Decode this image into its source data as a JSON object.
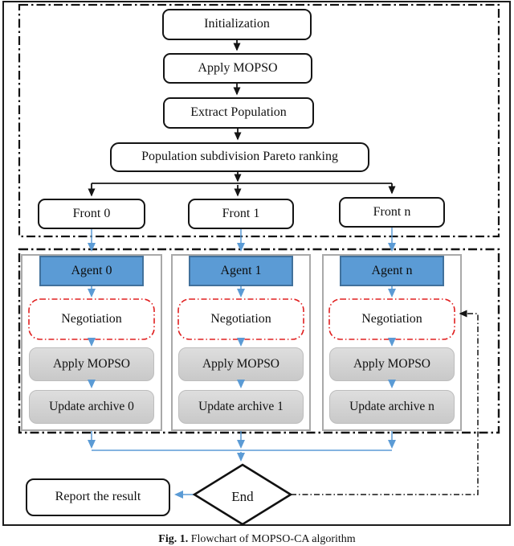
{
  "pipeline": {
    "initialization": "Initialization",
    "apply_mopso": "Apply MOPSO",
    "extract_population": "Extract Population",
    "pareto_ranking": "Population subdivision Pareto ranking",
    "fronts": [
      "Front 0",
      "Front 1",
      "Front n"
    ]
  },
  "agents": [
    {
      "title": "Agent 0",
      "negotiation": "Negotiation",
      "apply_mopso": "Apply MOPSO",
      "update_archive": "Update archive 0"
    },
    {
      "title": "Agent 1",
      "negotiation": "Negotiation",
      "apply_mopso": "Apply MOPSO",
      "update_archive": "Update archive 1"
    },
    {
      "title": "Agent n",
      "negotiation": "Negotiation",
      "apply_mopso": "Apply MOPSO",
      "update_archive": "Update archive n"
    }
  ],
  "terminal": {
    "end": "End",
    "report": "Report the result"
  },
  "caption": {
    "prefix": "Fig. 1.",
    "text": " Flowchart of MOPSO-CA algorithm"
  },
  "colors": {
    "agent_fill": "#5B9BD5",
    "agent_border": "#41719C",
    "connector_blue": "#5B9BD5",
    "negotiation_red": "#E02020",
    "gray_box": "#D3D3D3",
    "line_black": "#141414"
  }
}
